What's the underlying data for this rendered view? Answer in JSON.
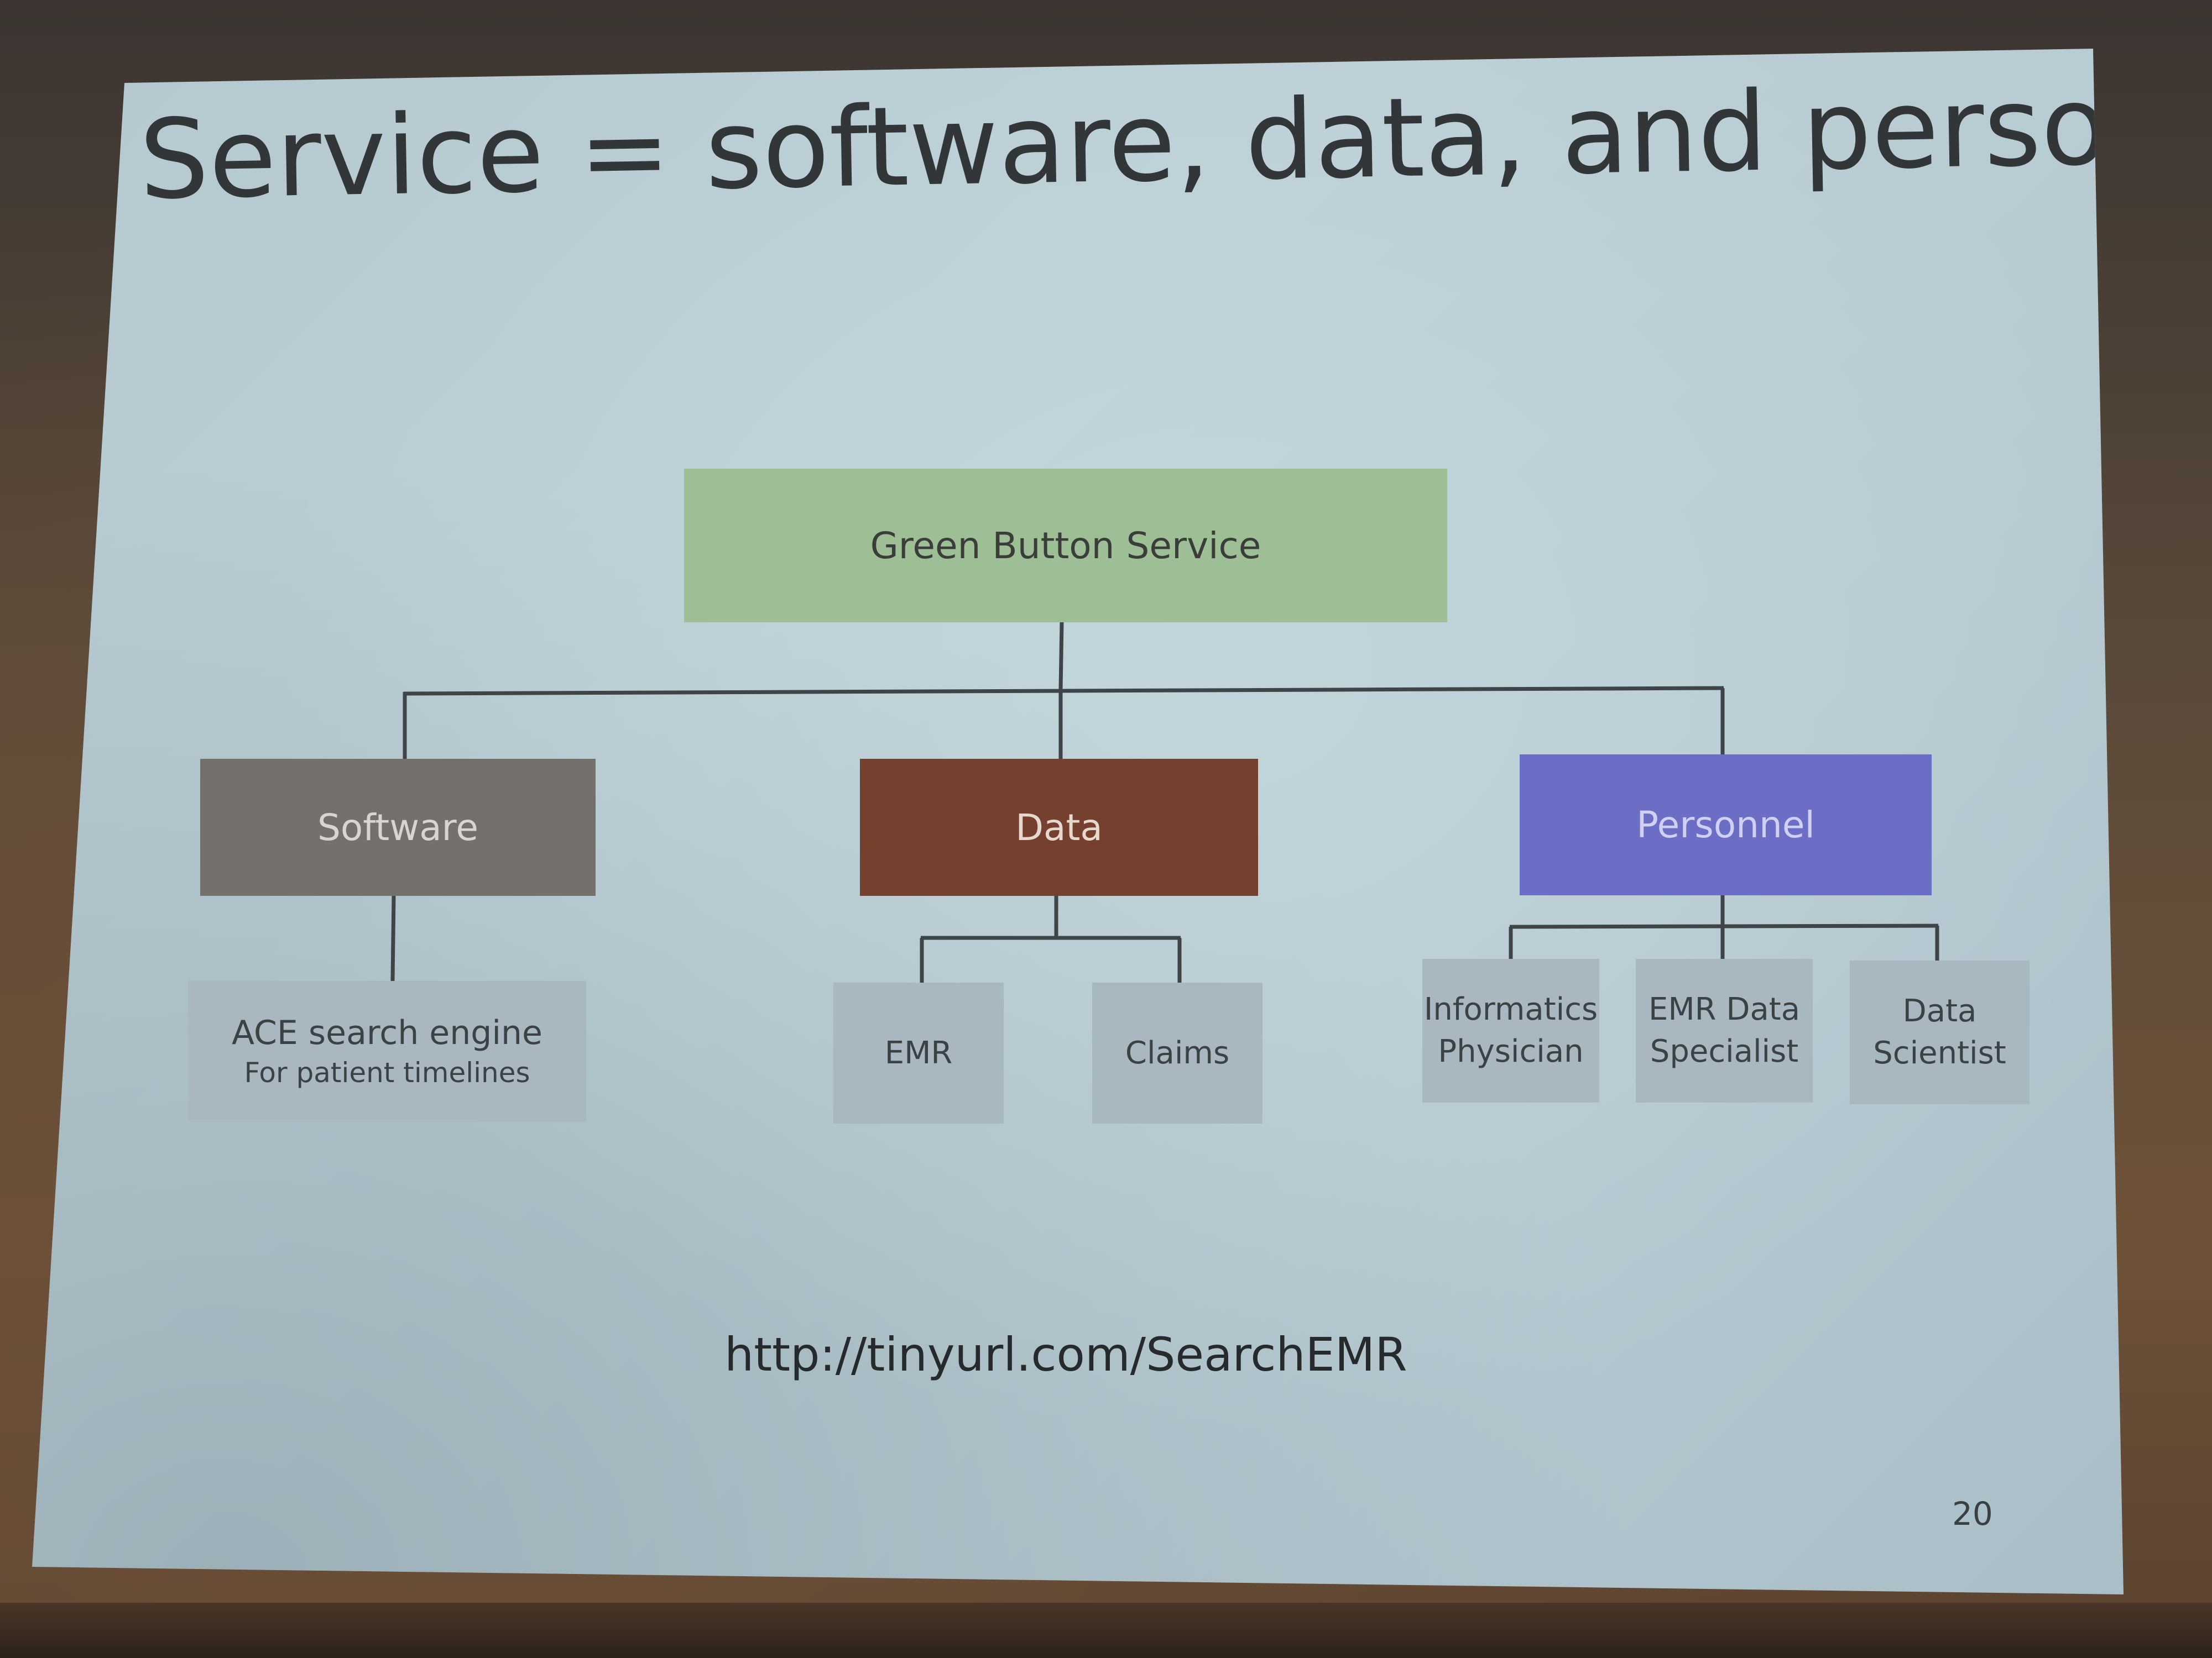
{
  "slide": {
    "title": "Service = software, data, and personnel",
    "url": "http://tinyurl.com/SearchEMR",
    "page_number": "20"
  },
  "diagram": {
    "root": "Green Button Service",
    "branches": [
      {
        "label": "Software",
        "color": "#74706b",
        "children": [
          {
            "title": "ACE search engine",
            "subtitle": "For patient timelines"
          }
        ]
      },
      {
        "label": "Data",
        "color": "#76402e",
        "children": [
          {
            "title": "EMR"
          },
          {
            "title": "Claims"
          }
        ]
      },
      {
        "label": "Personnel",
        "color": "#6c6ec6",
        "children": [
          {
            "title": "Informatics Physician"
          },
          {
            "title": "EMR Data Specialist"
          },
          {
            "title": "Data Scientist"
          }
        ]
      }
    ],
    "root_color": "#9ebf96"
  }
}
